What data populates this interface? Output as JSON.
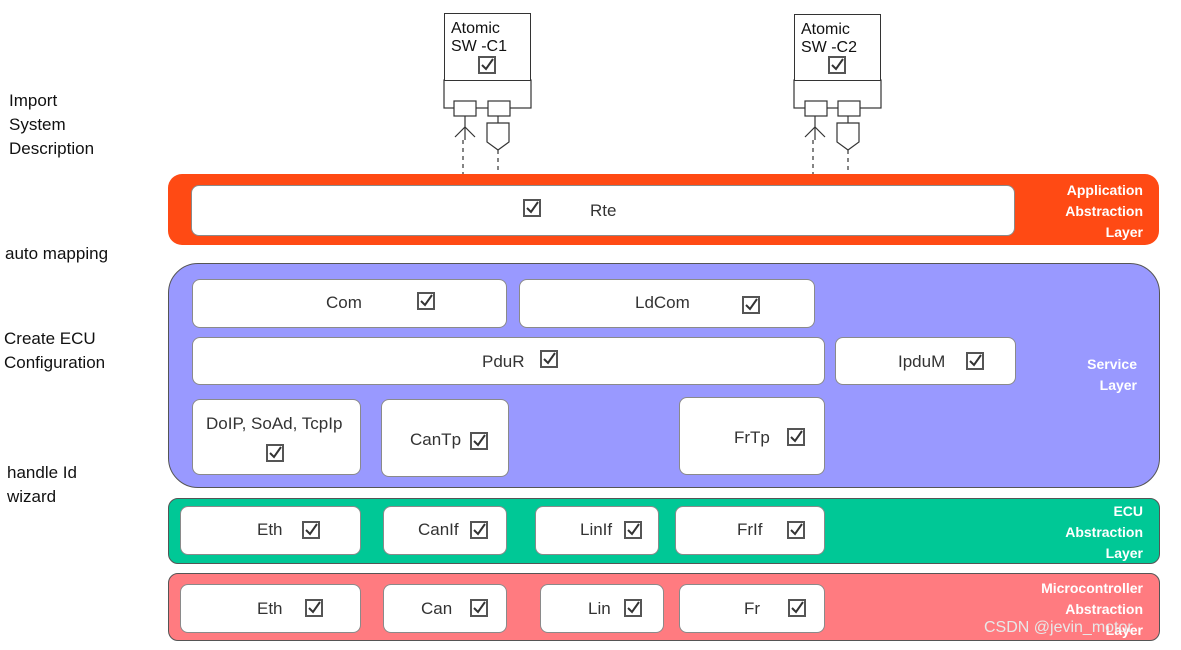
{
  "side_labels": {
    "import": "Import\nSystem\nDescription",
    "auto_mapping": "auto mapping",
    "create_ecu": "Create ECU\nConfiguration",
    "handle_id": "handle Id\nwizard"
  },
  "components": {
    "swc1": "Atomic\nSW -C1",
    "swc2": "Atomic\nSW -C2"
  },
  "layers": {
    "application": {
      "label": "Application\nAbstraction\nLayer",
      "color": "#FF4A14"
    },
    "service": {
      "label": "Service\nLayer",
      "color": "#9999FF"
    },
    "ecu": {
      "label": "ECU\nAbstraction\nLayer",
      "color": "#00C896"
    },
    "micro": {
      "label": "Microcontroller\nAbstraction\nLayer",
      "color": "#FF7B80"
    }
  },
  "modules": {
    "rte": "Rte",
    "com": "Com",
    "ldcom": "LdCom",
    "pdur": "PduR",
    "ipdum": "IpduM",
    "doip": "DoIP, SoAd,  TcpIp",
    "cantp": "CanTp",
    "frtp": "FrTp",
    "eth_ecu": "Eth",
    "canif": "CanIf",
    "linif": "LinIf",
    "frif": "FrIf",
    "eth_mc": "Eth",
    "can": "Can",
    "lin": "Lin",
    "fr": "Fr"
  },
  "watermark": "CSDN @jevin_motor"
}
